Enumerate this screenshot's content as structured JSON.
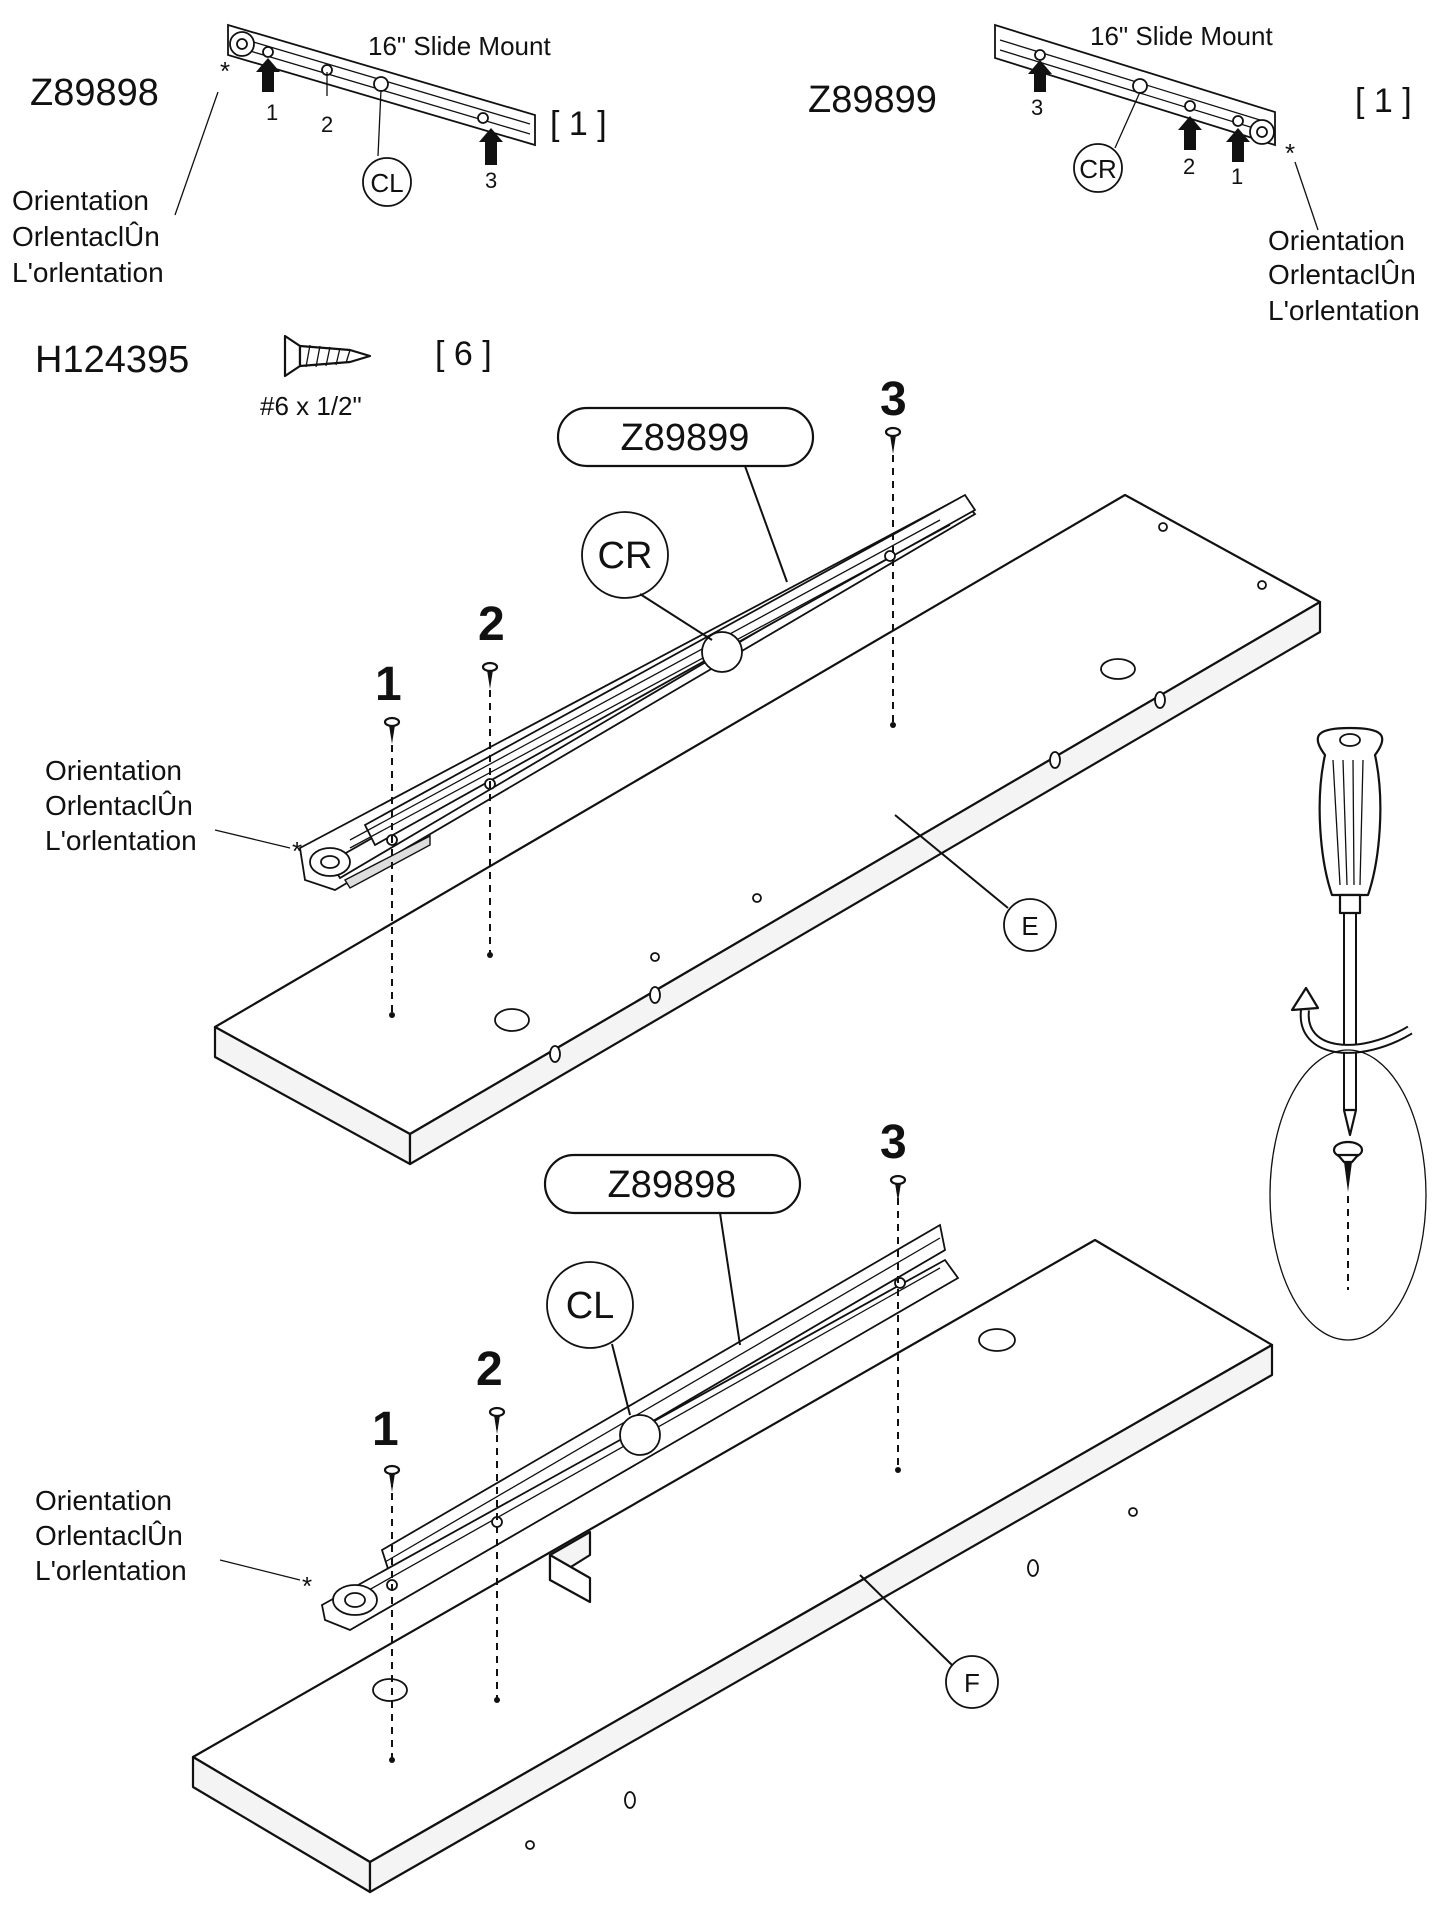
{
  "parts": {
    "left_slide": {
      "code": "Z89898",
      "title": "16\" Slide Mount",
      "qty": "[ 1 ]",
      "marker": "CL",
      "screw_numbers": [
        "1",
        "2",
        "3"
      ]
    },
    "right_slide": {
      "code": "Z89899",
      "title": "16\" Slide Mount",
      "qty": "[ 1 ]",
      "marker": "CR",
      "screw_numbers": [
        "3",
        "2",
        "1"
      ]
    },
    "screw": {
      "code": "H124395",
      "size": "#6 x 1/2\"",
      "qty": "[ 6 ]"
    }
  },
  "orientation_label": [
    "Orientation",
    "OrlentaclÛn",
    "L'orlentation"
  ],
  "orientation_mark": "*",
  "assembly_upper": {
    "slide_code": "Z89899",
    "marker": "CR",
    "panel": "E",
    "screw_numbers": [
      "1",
      "2",
      "3"
    ]
  },
  "assembly_lower": {
    "slide_code": "Z89898",
    "marker": "CL",
    "panel": "F",
    "screw_numbers": [
      "1",
      "2",
      "3"
    ]
  },
  "icons": [
    "screw-icon",
    "screwdriver-icon",
    "rotation-arrow-icon"
  ]
}
